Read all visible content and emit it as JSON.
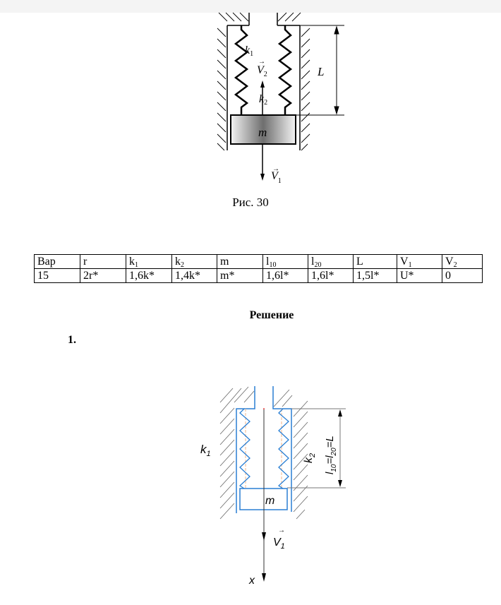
{
  "figure1": {
    "caption": "Рис. 30",
    "labels": {
      "k1": "k",
      "k1_sub": "1",
      "k2": "k",
      "k2_sub": "2",
      "v2": "V",
      "v2_sub": "2",
      "v1": "V",
      "v1_sub": "1",
      "L": "L",
      "m": "m"
    }
  },
  "table": {
    "headers": [
      {
        "base": "Вар",
        "sub": ""
      },
      {
        "base": "r",
        "sub": ""
      },
      {
        "base": "k",
        "sub": "1"
      },
      {
        "base": "k",
        "sub": "2"
      },
      {
        "base": "m",
        "sub": ""
      },
      {
        "base": "l",
        "sub": "10"
      },
      {
        "base": "l",
        "sub": "20"
      },
      {
        "base": "L",
        "sub": ""
      },
      {
        "base": "V",
        "sub": "1"
      },
      {
        "base": "V",
        "sub": "2"
      }
    ],
    "row": [
      "15",
      "2r*",
      "1,6k*",
      "1,4k*",
      "m*",
      "1,6l*",
      "1,6l*",
      "1,5l*",
      "U*",
      "0"
    ]
  },
  "solution": {
    "heading": "Решение",
    "step": "1."
  },
  "figure2": {
    "labels": {
      "k1": "k",
      "k1_sub": "1",
      "k2": "k",
      "k2_sub": "2",
      "dim": "l",
      "dim_sub1": "10",
      "dim_mid": "=l",
      "dim_sub2": "20",
      "dim_end": "=L",
      "m": "m",
      "v1": "V",
      "v1_sub": "1",
      "x": "x"
    }
  },
  "colors": {
    "blue": "#2a7fd4",
    "orange": "#f0b48a",
    "hatch": "#555555"
  }
}
